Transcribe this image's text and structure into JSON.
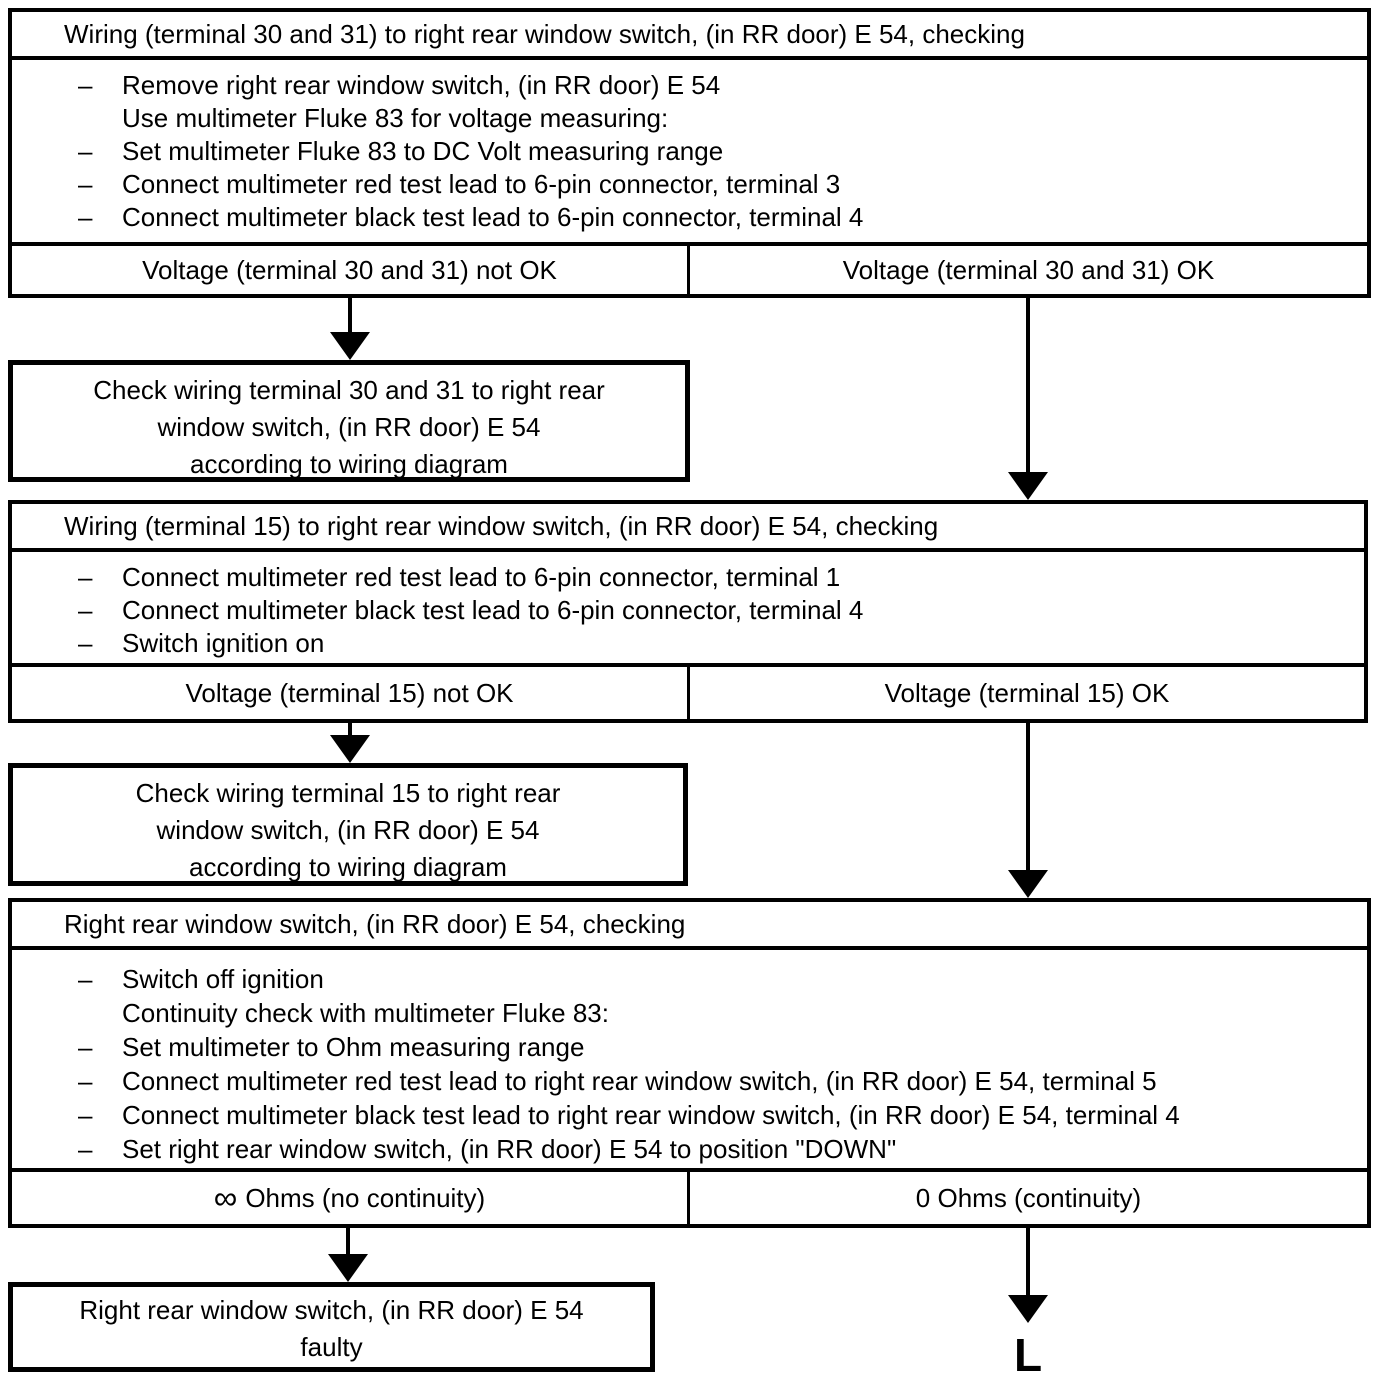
{
  "colors": {
    "ink": "#000000",
    "paper": "#ffffff"
  },
  "s1": {
    "title": "Wiring (terminal 30 and 31) to right rear window switch, (in RR door) E 54, checking",
    "steps": [
      {
        "dash": "–",
        "text": "Remove right rear window switch, (in RR door) E 54"
      },
      {
        "dash": "",
        "text": "Use multimeter Fluke 83 for voltage measuring:"
      },
      {
        "dash": "–",
        "text": "Set multimeter Fluke 83 to DC Volt measuring range"
      },
      {
        "dash": "–",
        "text": "Connect multimeter red test lead to 6-pin connector, terminal 3"
      },
      {
        "dash": "–",
        "text": "Connect multimeter black test lead to 6-pin connector, terminal 4"
      }
    ],
    "outcome_not_ok": "Voltage (terminal 30 and 31) not OK",
    "outcome_ok": "Voltage (terminal 30 and 31) OK"
  },
  "r1": {
    "line1": "Check wiring terminal 30 and 31 to right rear",
    "line2": "window switch, (in RR door) E 54",
    "line3": "according to wiring diagram"
  },
  "s2": {
    "title": "Wiring (terminal 15) to right rear window switch, (in RR door) E 54, checking",
    "steps": [
      {
        "dash": "–",
        "text": "Connect multimeter red test lead to 6-pin connector, terminal 1"
      },
      {
        "dash": "–",
        "text": "Connect multimeter black test lead to 6-pin connector, terminal 4"
      },
      {
        "dash": "–",
        "text": "Switch ignition on"
      }
    ],
    "outcome_not_ok": "Voltage (terminal 15) not OK",
    "outcome_ok": "Voltage (terminal 15) OK"
  },
  "r2": {
    "line1": "Check wiring terminal 15 to right rear",
    "line2": "window switch, (in RR door) E 54",
    "line3": "according to wiring diagram"
  },
  "s3": {
    "title": "Right rear window switch, (in RR door) E 54, checking",
    "steps": [
      {
        "dash": "–",
        "text": "Switch off ignition"
      },
      {
        "dash": "",
        "text": "Continuity check with multimeter Fluke 83:"
      },
      {
        "dash": "–",
        "text": "Set multimeter to Ohm measuring range"
      },
      {
        "dash": "–",
        "text": "Connect multimeter red test lead to right rear window switch, (in RR door) E 54, terminal 5"
      },
      {
        "dash": "–",
        "text": "Connect multimeter black test lead to right rear window switch, (in RR door) E 54, terminal 4"
      },
      {
        "dash": "–",
        "text": "Set right rear window switch, (in RR door) E 54 to position \"DOWN\""
      }
    ],
    "outcome_not_ok_symbol": "∞",
    "outcome_not_ok": "Ohms (no continuity)",
    "outcome_ok": "0 Ohms (continuity)"
  },
  "r3": {
    "line1": "Right rear window switch, (in RR door) E 54",
    "line2": "faulty"
  },
  "terminal": {
    "label": "L"
  }
}
